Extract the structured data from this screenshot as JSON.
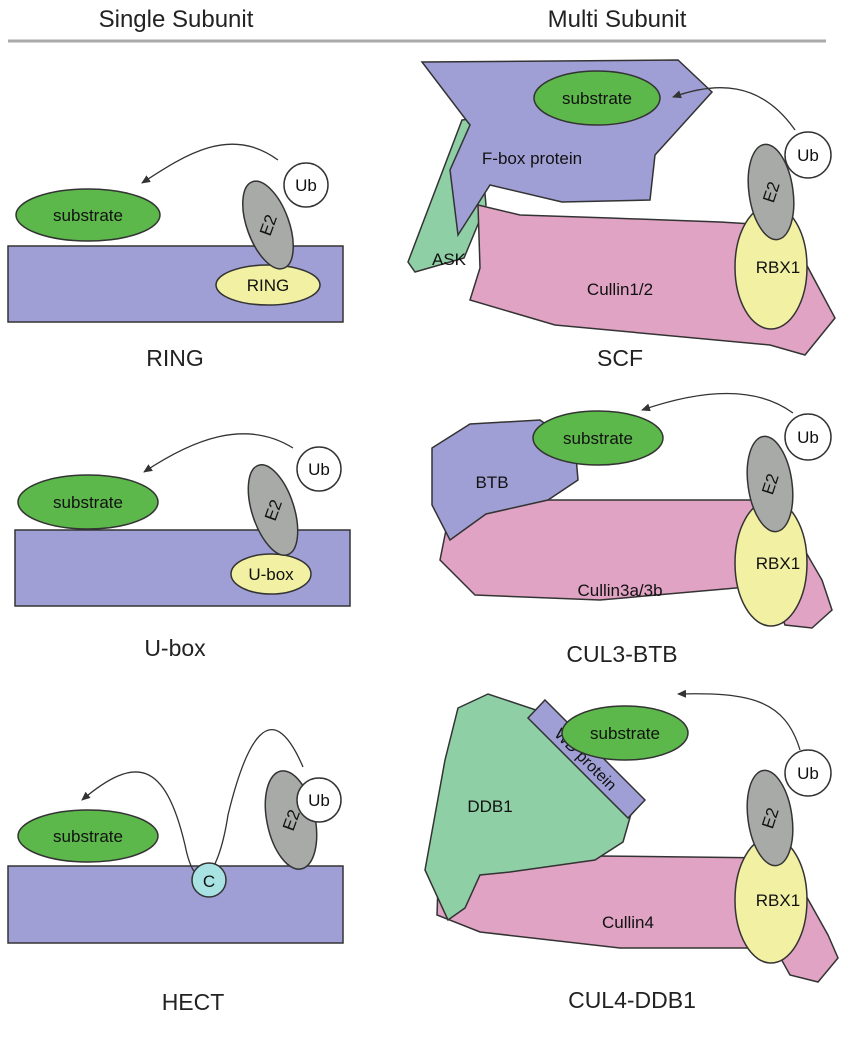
{
  "headers": {
    "single": "Single Subunit",
    "multi": "Multi Subunit"
  },
  "colors": {
    "scaffold": "#9f9fd6",
    "substrate": "#5cb84a",
    "e2": "#a8aaa8",
    "ring": "#f2f0a2",
    "cullin": "#e0a3c3",
    "adaptor": "#8fcfa5",
    "cys": "#a8e2e2"
  },
  "panels": {
    "ring": {
      "caption": "RING",
      "substrate": "substrate",
      "e2": "E2",
      "ub": "Ub",
      "domain": "RING"
    },
    "ubox": {
      "caption": "U-box",
      "substrate": "substrate",
      "e2": "E2",
      "ub": "Ub",
      "domain": "U-box"
    },
    "hect": {
      "caption": "HECT",
      "substrate": "substrate",
      "e2": "E2",
      "ub": "Ub",
      "cys": "C"
    },
    "scf": {
      "caption": "SCF",
      "substrate": "substrate",
      "fbox": "F-box protein",
      "ask": "ASK",
      "cullin": "Cullin1/2",
      "rbx": "RBX1",
      "e2": "E2",
      "ub": "Ub"
    },
    "cul3": {
      "caption": "CUL3-BTB",
      "substrate": "substrate",
      "btb": "BTB",
      "cullin": "Cullin3a/3b",
      "rbx": "RBX1",
      "e2": "E2",
      "ub": "Ub"
    },
    "cul4": {
      "caption": "CUL4-DDB1",
      "substrate": "substrate",
      "wd": "WD protein",
      "ddb1": "DDB1",
      "cullin": "Cullin4",
      "rbx": "RBX1",
      "e2": "E2",
      "ub": "Ub"
    }
  }
}
